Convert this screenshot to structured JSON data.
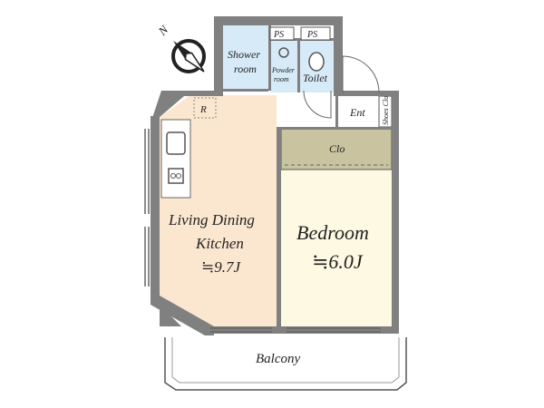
{
  "compass": {
    "north_label": "N",
    "icon": "compass-rose-icon"
  },
  "rooms": {
    "ldk": {
      "line1": "Living Dining",
      "line2": "Kitchen",
      "area": "≒9.7J"
    },
    "bedroom": {
      "name": "Bedroom",
      "area": "≒6.0J"
    },
    "shower": {
      "line1": "Shower",
      "line2": "room"
    },
    "powder": {
      "line1": "Powder",
      "line2": "room"
    },
    "toilet": "Toilet",
    "entrance": "Ent",
    "shoes_closet": "Shoes Clo",
    "closet": "Clo",
    "balcony": "Balcony",
    "refrigerator": "R",
    "ps_left": "PS",
    "ps_right": "PS"
  },
  "colors": {
    "ldk_floor": "#fbe7d0",
    "bedroom_floor": "#fdf9e2",
    "wet_area": "#d7eaf8",
    "closet": "#c9c3a0",
    "wall": "#808080"
  }
}
